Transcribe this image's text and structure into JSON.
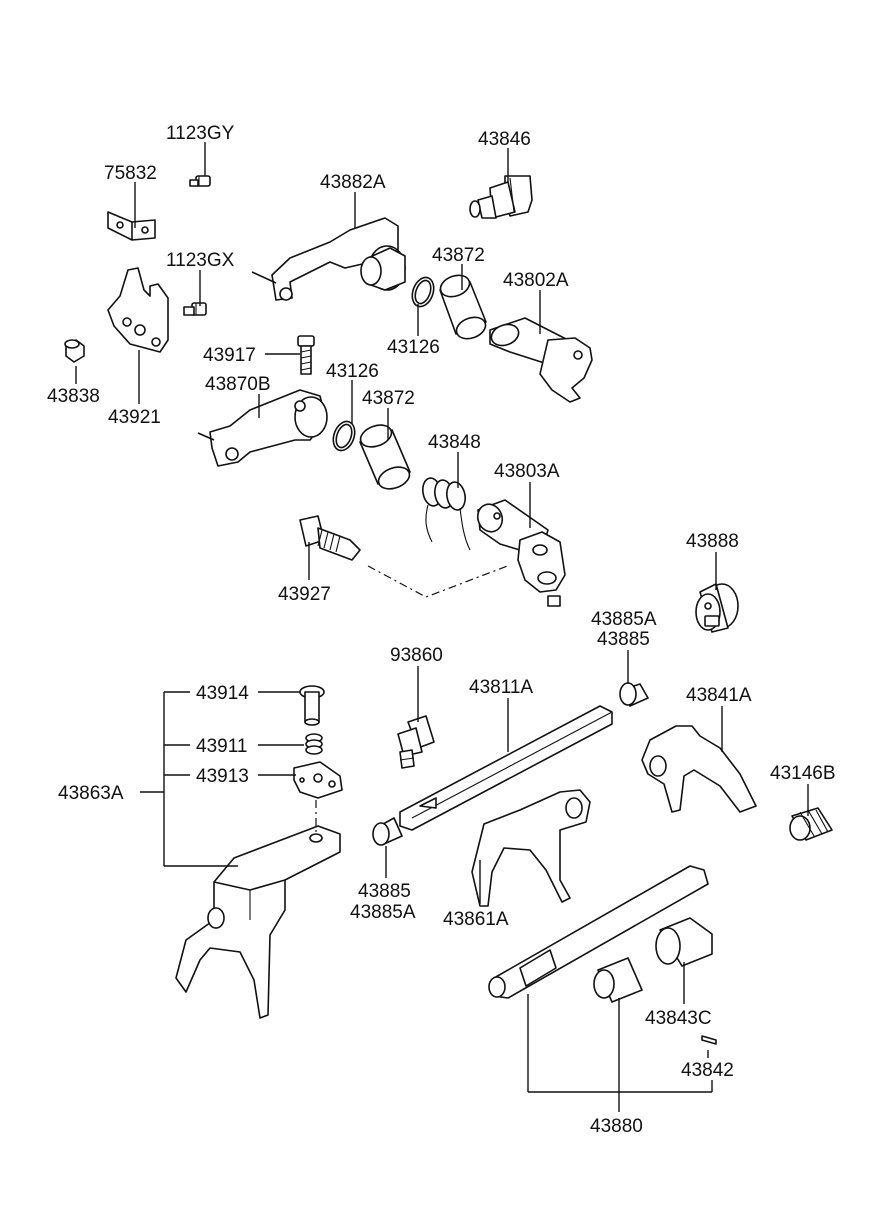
{
  "labels": {
    "p1123GY": "1123GY",
    "p75832": "75832",
    "p43846": "43846",
    "p43882A": "43882A",
    "p1123GX": "1123GX",
    "p43872_top": "43872",
    "p43802A": "43802A",
    "p43838": "43838",
    "p43921": "43921",
    "p43126_top": "43126",
    "p43917": "43917",
    "p43126_mid": "43126",
    "p43870B": "43870B",
    "p43872_mid": "43872",
    "p43848": "43848",
    "p43803A": "43803A",
    "p43888": "43888",
    "p43927": "43927",
    "p43885A_top": "43885A",
    "p43885_top": "43885",
    "p93860": "93860",
    "p43811A": "43811A",
    "p43841A": "43841A",
    "p43914": "43914",
    "p43911": "43911",
    "p43913": "43913",
    "p43863A": "43863A",
    "p43146B": "43146B",
    "p43885_bot": "43885",
    "p43885A_bot": "43885A",
    "p43861A": "43861A",
    "p43843C": "43843C",
    "p43842": "43842",
    "p43880": "43880"
  }
}
